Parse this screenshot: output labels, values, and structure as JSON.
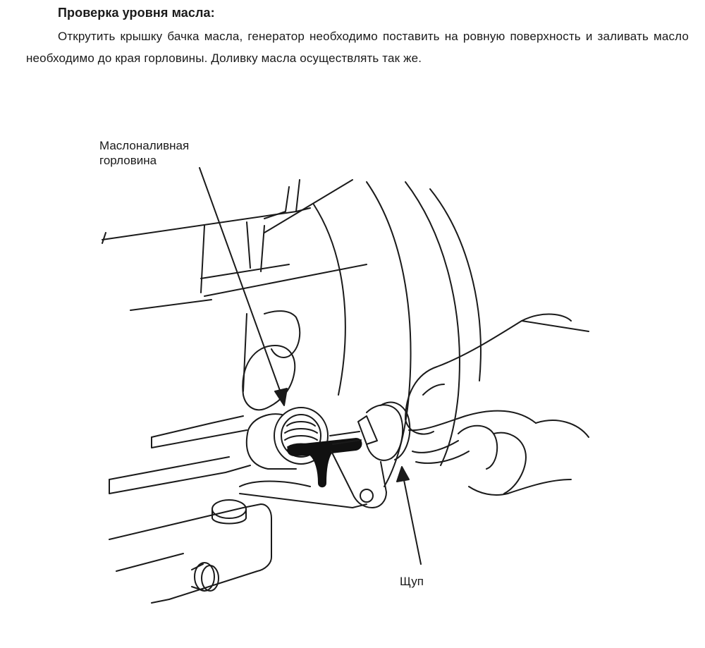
{
  "section": {
    "heading": "Проверка уровня масла:",
    "paragraph": "Открутить крышку бачка масла, генератор необходимо поставить на ровную поверхность и заливать масло необходимо до края горловины. Доливку масла осуществлять так же."
  },
  "figure": {
    "labels": {
      "filler_neck_line1": "Маслоналивная",
      "filler_neck_line2": "горловина",
      "dipstick": "Щуп"
    }
  }
}
